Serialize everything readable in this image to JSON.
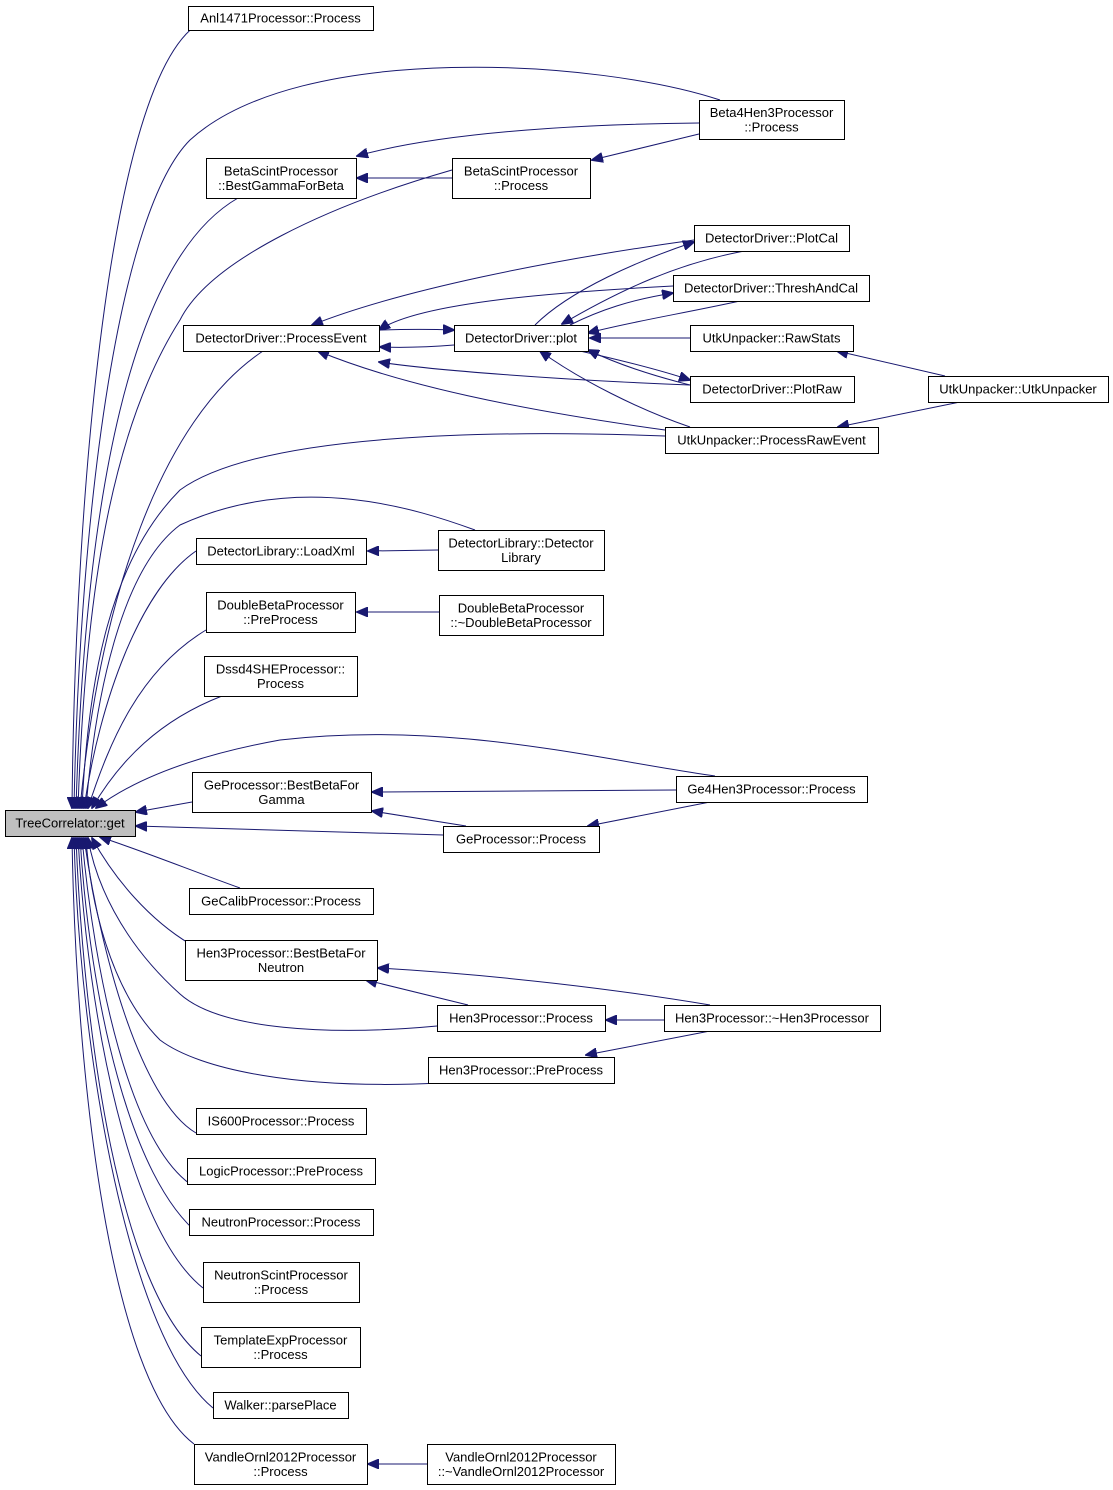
{
  "colors": {
    "edge": "#191970",
    "root_fill": "#bfbfbf",
    "node_fill": "#ffffff",
    "border": "#000000"
  },
  "nodes": [
    {
      "id": "tc_get",
      "lines": [
        "TreeCorrelator::get"
      ],
      "root": true
    },
    {
      "id": "anl",
      "lines": [
        "Anl1471Processor::Process"
      ]
    },
    {
      "id": "b4h3",
      "lines": [
        "Beta4Hen3Processor",
        "::Process"
      ]
    },
    {
      "id": "bs_bg",
      "lines": [
        "BetaScintProcessor",
        "::BestGammaForBeta"
      ]
    },
    {
      "id": "bs_p",
      "lines": [
        "BetaScintProcessor",
        "::Process"
      ]
    },
    {
      "id": "dd_pe",
      "lines": [
        "DetectorDriver::ProcessEvent"
      ]
    },
    {
      "id": "dd_plot",
      "lines": [
        "DetectorDriver::plot"
      ]
    },
    {
      "id": "dd_pc",
      "lines": [
        "DetectorDriver::PlotCal"
      ]
    },
    {
      "id": "dd_tc",
      "lines": [
        "DetectorDriver::ThreshAndCal"
      ]
    },
    {
      "id": "uu_rs",
      "lines": [
        "UtkUnpacker::RawStats"
      ]
    },
    {
      "id": "dd_pr",
      "lines": [
        "DetectorDriver::PlotRaw"
      ]
    },
    {
      "id": "uu_uu",
      "lines": [
        "UtkUnpacker::UtkUnpacker"
      ]
    },
    {
      "id": "uu_pre",
      "lines": [
        "UtkUnpacker::ProcessRawEvent"
      ]
    },
    {
      "id": "dl_lx",
      "lines": [
        "DetectorLibrary::LoadXml"
      ]
    },
    {
      "id": "dl_dl",
      "lines": [
        "DetectorLibrary::Detector",
        "Library"
      ]
    },
    {
      "id": "db_pp",
      "lines": [
        "DoubleBetaProcessor",
        "::PreProcess"
      ]
    },
    {
      "id": "db_d",
      "lines": [
        "DoubleBetaProcessor",
        "::~DoubleBetaProcessor"
      ]
    },
    {
      "id": "dssd",
      "lines": [
        "Dssd4SHEProcessor::",
        "Process"
      ]
    },
    {
      "id": "ge_bb",
      "lines": [
        "GeProcessor::BestBetaFor",
        "Gamma"
      ]
    },
    {
      "id": "g4h3",
      "lines": [
        "Ge4Hen3Processor::Process"
      ]
    },
    {
      "id": "ge_p",
      "lines": [
        "GeProcessor::Process"
      ]
    },
    {
      "id": "gec",
      "lines": [
        "GeCalibProcessor::Process"
      ]
    },
    {
      "id": "h3_bb",
      "lines": [
        "Hen3Processor::BestBetaFor",
        "Neutron"
      ]
    },
    {
      "id": "h3_p",
      "lines": [
        "Hen3Processor::Process"
      ]
    },
    {
      "id": "h3_d",
      "lines": [
        "Hen3Processor::~Hen3Processor"
      ]
    },
    {
      "id": "h3_pp",
      "lines": [
        "Hen3Processor::PreProcess"
      ]
    },
    {
      "id": "is600",
      "lines": [
        "IS600Processor::Process"
      ]
    },
    {
      "id": "logic",
      "lines": [
        "LogicProcessor::PreProcess"
      ]
    },
    {
      "id": "neut",
      "lines": [
        "NeutronProcessor::Process"
      ]
    },
    {
      "id": "ns",
      "lines": [
        "NeutronScintProcessor",
        "::Process"
      ]
    },
    {
      "id": "tmpl",
      "lines": [
        "TemplateExpProcessor",
        "::Process"
      ]
    },
    {
      "id": "walker",
      "lines": [
        "Walker::parsePlace"
      ]
    },
    {
      "id": "vo_p",
      "lines": [
        "VandleOrnl2012Processor",
        "::Process"
      ]
    },
    {
      "id": "vo_d",
      "lines": [
        "VandleOrnl2012Processor",
        "::~VandleOrnl2012Processor"
      ]
    }
  ],
  "edges": [
    [
      "anl",
      "tc_get"
    ],
    [
      "b4h3",
      "tc_get"
    ],
    [
      "b4h3",
      "bs_bg"
    ],
    [
      "b4h3",
      "bs_p"
    ],
    [
      "bs_bg",
      "tc_get"
    ],
    [
      "bs_p",
      "tc_get"
    ],
    [
      "bs_p",
      "bs_bg"
    ],
    [
      "dd_pe",
      "tc_get"
    ],
    [
      "dd_plot",
      "dd_pe"
    ],
    [
      "dd_pe",
      "dd_plot"
    ],
    [
      "dd_pc",
      "dd_plot"
    ],
    [
      "dd_plot",
      "dd_pc"
    ],
    [
      "dd_tc",
      "dd_plot"
    ],
    [
      "dd_plot",
      "dd_tc"
    ],
    [
      "uu_rs",
      "dd_plot"
    ],
    [
      "dd_pr",
      "dd_plot"
    ],
    [
      "dd_plot",
      "dd_pr"
    ],
    [
      "dd_pc",
      "dd_pe"
    ],
    [
      "dd_tc",
      "dd_pe"
    ],
    [
      "dd_pr",
      "dd_pe"
    ],
    [
      "uu_pre",
      "dd_pe"
    ],
    [
      "uu_pre",
      "dd_plot"
    ],
    [
      "uu_uu",
      "uu_rs"
    ],
    [
      "uu_uu",
      "uu_pre"
    ],
    [
      "uu_pre",
      "tc_get"
    ],
    [
      "dl_lx",
      "tc_get"
    ],
    [
      "dl_dl",
      "tc_get"
    ],
    [
      "dl_dl",
      "dl_lx"
    ],
    [
      "db_pp",
      "tc_get"
    ],
    [
      "db_d",
      "db_pp"
    ],
    [
      "dssd",
      "tc_get"
    ],
    [
      "ge_bb",
      "tc_get"
    ],
    [
      "g4h3",
      "tc_get"
    ],
    [
      "g4h3",
      "ge_bb"
    ],
    [
      "g4h3",
      "ge_p"
    ],
    [
      "ge_p",
      "tc_get"
    ],
    [
      "ge_p",
      "ge_bb"
    ],
    [
      "gec",
      "tc_get"
    ],
    [
      "h3_bb",
      "tc_get"
    ],
    [
      "h3_p",
      "tc_get"
    ],
    [
      "h3_p",
      "h3_bb"
    ],
    [
      "h3_d",
      "h3_bb"
    ],
    [
      "h3_d",
      "h3_p"
    ],
    [
      "h3_pp",
      "tc_get"
    ],
    [
      "h3_d",
      "h3_pp"
    ],
    [
      "is600",
      "tc_get"
    ],
    [
      "logic",
      "tc_get"
    ],
    [
      "neut",
      "tc_get"
    ],
    [
      "ns",
      "tc_get"
    ],
    [
      "tmpl",
      "tc_get"
    ],
    [
      "walker",
      "tc_get"
    ],
    [
      "vo_p",
      "tc_get"
    ],
    [
      "vo_d",
      "vo_p"
    ]
  ]
}
